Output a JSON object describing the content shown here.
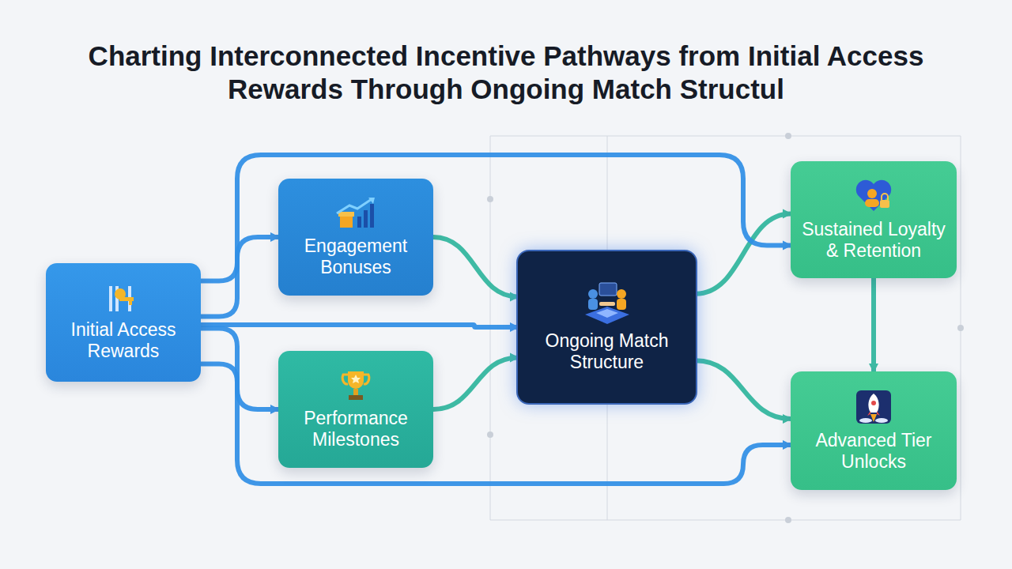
{
  "diagram": {
    "title": "Charting Interconnected Incentive Pathways from Initial Access Rewards Through Ongoing Match Structul",
    "nodes": [
      {
        "text": [
          "Initial Access Rewards"
        ]
      },
      {
        "text": [
          "Engagement Bonuses"
        ]
      },
      {
        "text": [
          "Performance Milestones"
        ]
      },
      {
        "text": [
          "Ongoing Match Structure"
        ]
      },
      {
        "text": [
          "Sustained Loyalty & Retention"
        ]
      },
      {
        "text": [
          "Advanced Tier Unlocks"
        ]
      }
    ],
    "edges": [
      {
        "from": 0,
        "to": 1,
        "arrow": "to"
      },
      {
        "from": 0,
        "to": 2,
        "arrow": "to"
      },
      {
        "from": 0,
        "to": 3,
        "arrow": "to"
      },
      {
        "from": 1,
        "to": 3,
        "arrow": "to"
      },
      {
        "from": 2,
        "to": 3,
        "arrow": "to"
      },
      {
        "from": 3,
        "to": 4,
        "arrow": "to"
      },
      {
        "from": 3,
        "to": 5,
        "arrow": "to"
      },
      {
        "from": 4,
        "to": 5,
        "arrow": "to"
      },
      {
        "from": 0,
        "to": 4,
        "arrow": "to"
      },
      {
        "from": 0,
        "to": 5,
        "arrow": "to"
      }
    ]
  }
}
